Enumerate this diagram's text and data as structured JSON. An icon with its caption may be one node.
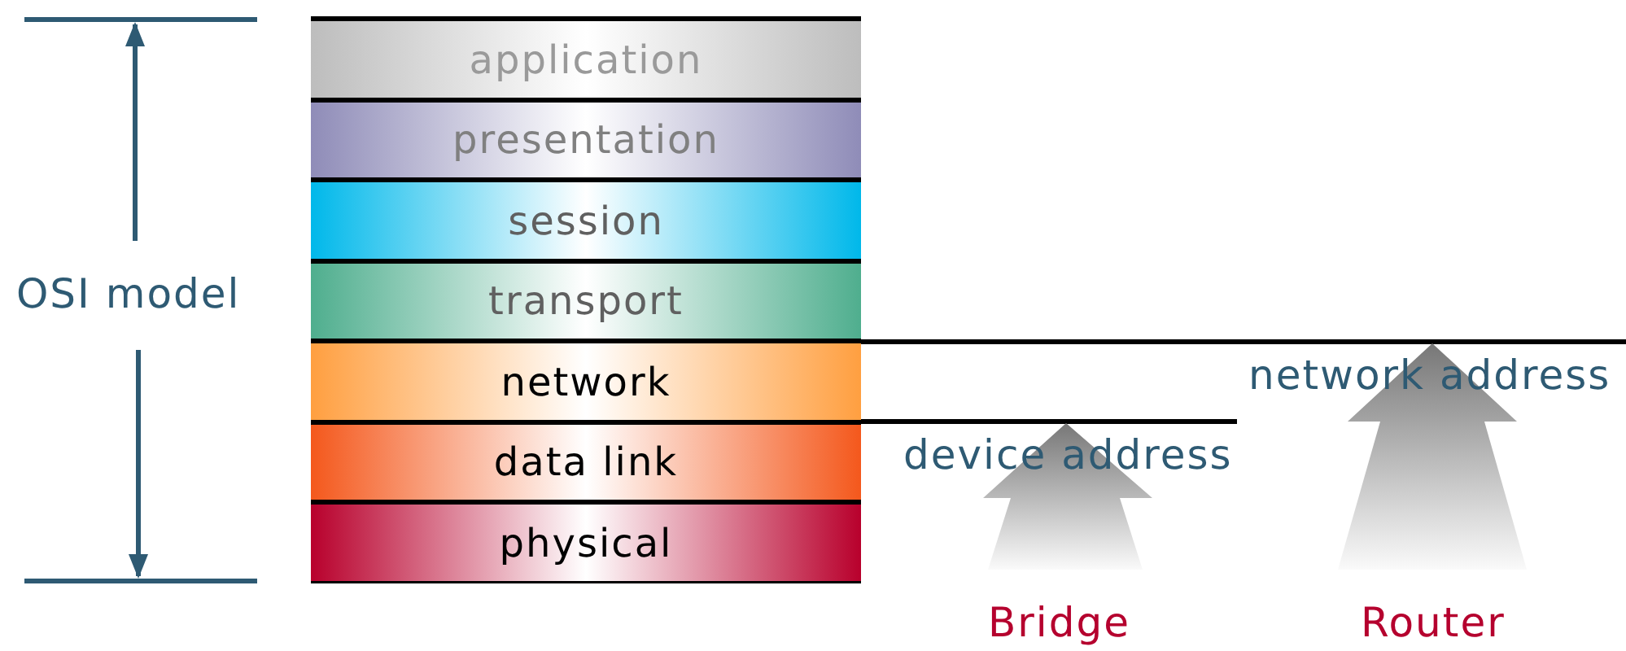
{
  "diagram": {
    "nodes": [
      {
        "text": [
          "application"
        ]
      },
      {
        "text": [
          "presentation"
        ]
      },
      {
        "text": [
          "session"
        ]
      },
      {
        "text": [
          "transport"
        ]
      },
      {
        "text": [
          "network"
        ]
      },
      {
        "text": [
          "data link"
        ]
      },
      {
        "text": [
          "physical"
        ]
      }
    ],
    "labels": [
      "OSI model",
      "network address",
      "device address",
      "Bridge",
      "Router"
    ]
  }
}
